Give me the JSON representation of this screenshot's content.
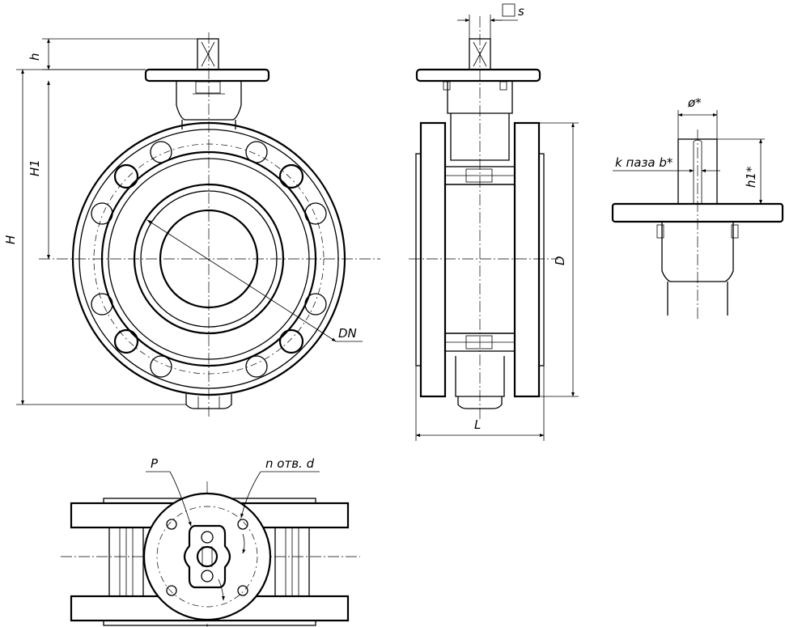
{
  "labels": {
    "h": "h",
    "H": "H",
    "H1": "H1",
    "DN": "DN",
    "s": "s",
    "D": "D",
    "L": "L",
    "phi": "ø*",
    "slot": "k паза b*",
    "h1": "h1*",
    "P": "P",
    "holes": "n отв. d"
  }
}
